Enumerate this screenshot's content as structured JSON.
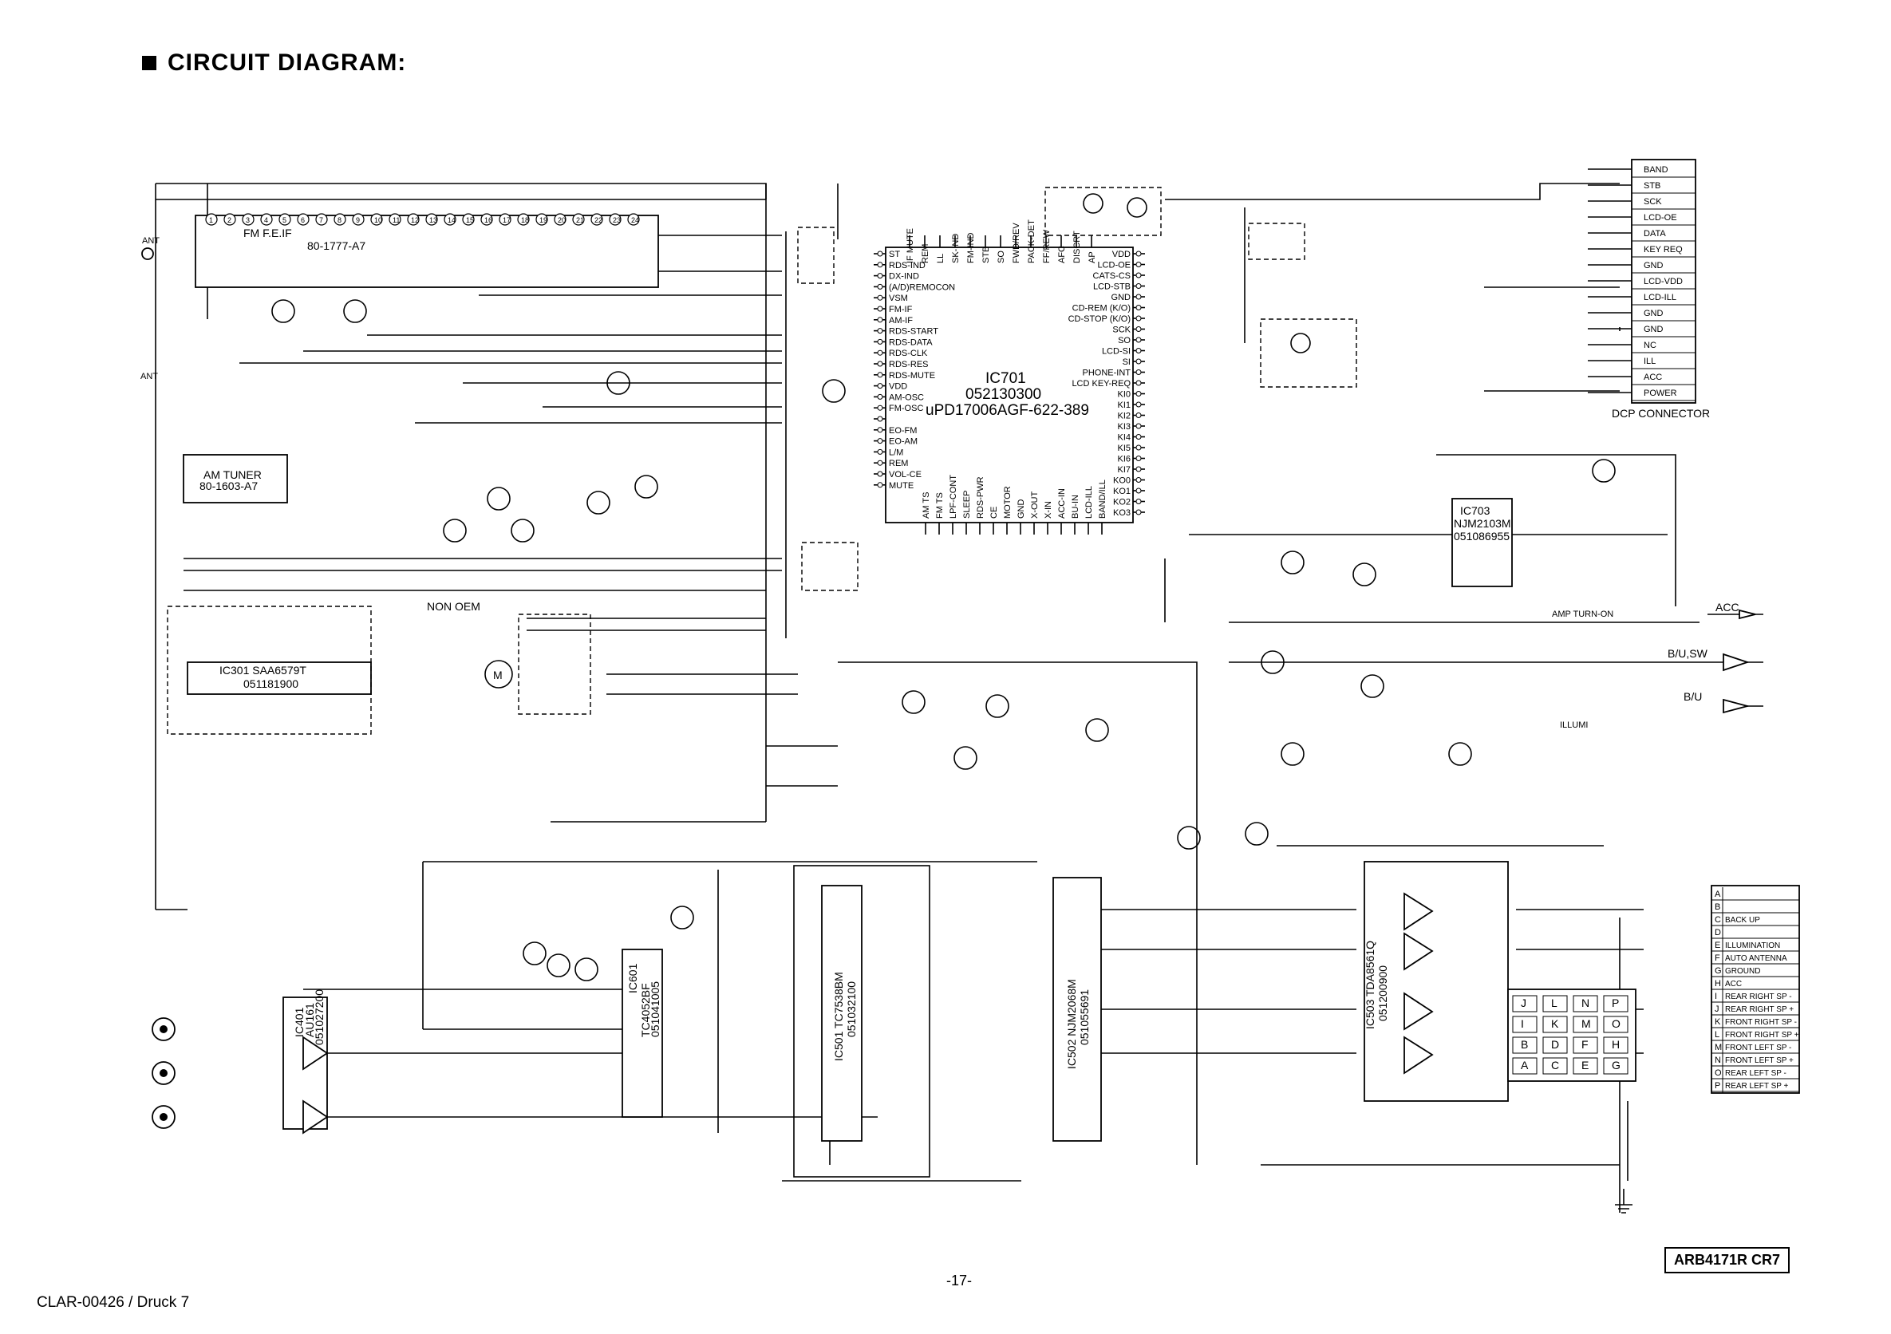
{
  "title": "CIRCUIT DIAGRAM:",
  "page_number": "-17-",
  "footer_left": "CLAR-00426 / Druck 7",
  "reference": "ARB4171R CR7",
  "ic701": {
    "name": "IC701",
    "code": "052130300",
    "part": "uPD17006AGF-622-389"
  },
  "ic_blocks": [
    {
      "id": "fm_feif",
      "label": "FM F.E.IF",
      "code": "80-1777-A7"
    },
    {
      "id": "am_tuner",
      "label": "AM TUNER",
      "code": "80-1603-A7"
    },
    {
      "id": "ic301",
      "label": "IC301 SAA6579T",
      "code": "051181900"
    },
    {
      "id": "ic703",
      "label": "IC703",
      "code": "NJM2103M",
      "part": "051086955"
    },
    {
      "id": "ic601",
      "label": "IC601",
      "code": "TC4052BF",
      "part": "051041005"
    },
    {
      "id": "ic501",
      "label": "IC501 TC7538BM",
      "code": "051032100"
    },
    {
      "id": "ic502",
      "label": "IC502 NJM2068M",
      "code": "051055691"
    },
    {
      "id": "ic503",
      "label": "IC503 TDA8561Q",
      "code": "051200900"
    },
    {
      "id": "ic401",
      "label": "IC401",
      "code": "AU161",
      "part": "051027200"
    }
  ],
  "connector": {
    "title": "DCP CONNECTOR",
    "pins": [
      "BAND",
      "STB",
      "SCK",
      "LCD-OE",
      "DATA",
      "KEY REQ",
      "GND",
      "LCD-VDD",
      "LCD-ILL",
      "GND",
      "GND",
      "NC",
      "ILL",
      "ACC",
      "POWER"
    ]
  },
  "legend": {
    "letters": [
      "A",
      "B",
      "C",
      "D",
      "E",
      "F",
      "G",
      "H",
      "I",
      "J",
      "K",
      "L",
      "M",
      "N",
      "O",
      "P"
    ],
    "labels": [
      "",
      "",
      "BACK UP",
      "",
      "ILLUMINATION",
      "AUTO ANTENNA",
      "GROUND",
      "ACC",
      "REAR RIGHT SP -",
      "REAR RIGHT SP +",
      "FRONT RIGHT SP -",
      "FRONT RIGHT SP +",
      "FRONT LEFT SP -",
      "FRONT LEFT SP +",
      "REAR LEFT SP -",
      "REAR LEFT SP +"
    ]
  },
  "plug_grid": {
    "cells": [
      "J",
      "L",
      "N",
      "P",
      "I",
      "K",
      "M",
      "O",
      "B",
      "D",
      "F",
      "H",
      "A",
      "C",
      "E",
      "G"
    ]
  },
  "right_outputs": [
    "ACC",
    "B/U,SW",
    "B/U",
    "AMP TURN-ON",
    "ILLUMI"
  ],
  "left_labels": {
    "ant": "ANT",
    "non_oem": "NON OEM",
    "motor": "MOTOR"
  },
  "ic701_left_pins": [
    "ST",
    "RDS-IND",
    "DX-IND",
    "(A/D)REMOCON",
    "VSM",
    "FM-IF",
    "AM-IF",
    "RDS-START",
    "RDS-DATA",
    "RDS-CLK",
    "RDS-RES",
    "RDS-MUTE",
    "VDD",
    "AM-OSC",
    "FM-OSC",
    "",
    "EO-FM",
    "EO-AM",
    "L/M",
    "REM",
    "VOL-CE",
    "MUTE"
  ],
  "ic701_right_pins": [
    "VDD",
    "LCD-OE",
    "CATS-CS",
    "LCD-STB",
    "GND",
    "CD-REM (K/O)",
    "CD-STOP (K/O)",
    "SCK",
    "SO",
    "LCD-SI",
    "SI",
    "PHONE-INT",
    "LCD KEY-REQ",
    "KI0",
    "KI1",
    "KI2",
    "KI3",
    "KI4",
    "KI5",
    "KI6",
    "KI7",
    "KO0",
    "KO1",
    "KO2",
    "KO3"
  ],
  "ic701_bottom_pins": [
    "AM TS",
    "FM TS",
    "LPF-CONT",
    "SLEEP",
    "RDS-PWR",
    "CE",
    "MOTOR",
    "GND",
    "X-OUT",
    "X-IN",
    "ACC-IN",
    "BU-IN",
    "LCD-ILL",
    "BAND/ILL"
  ],
  "ic701_top_pins": [
    "IF MUTE",
    "REM",
    "LL",
    "SK-IND",
    "FM-IND",
    "STB",
    "SO",
    "FWD/REV",
    "PACK-DET",
    "FF/REW",
    "AFC",
    "DISCRT",
    "AP"
  ]
}
